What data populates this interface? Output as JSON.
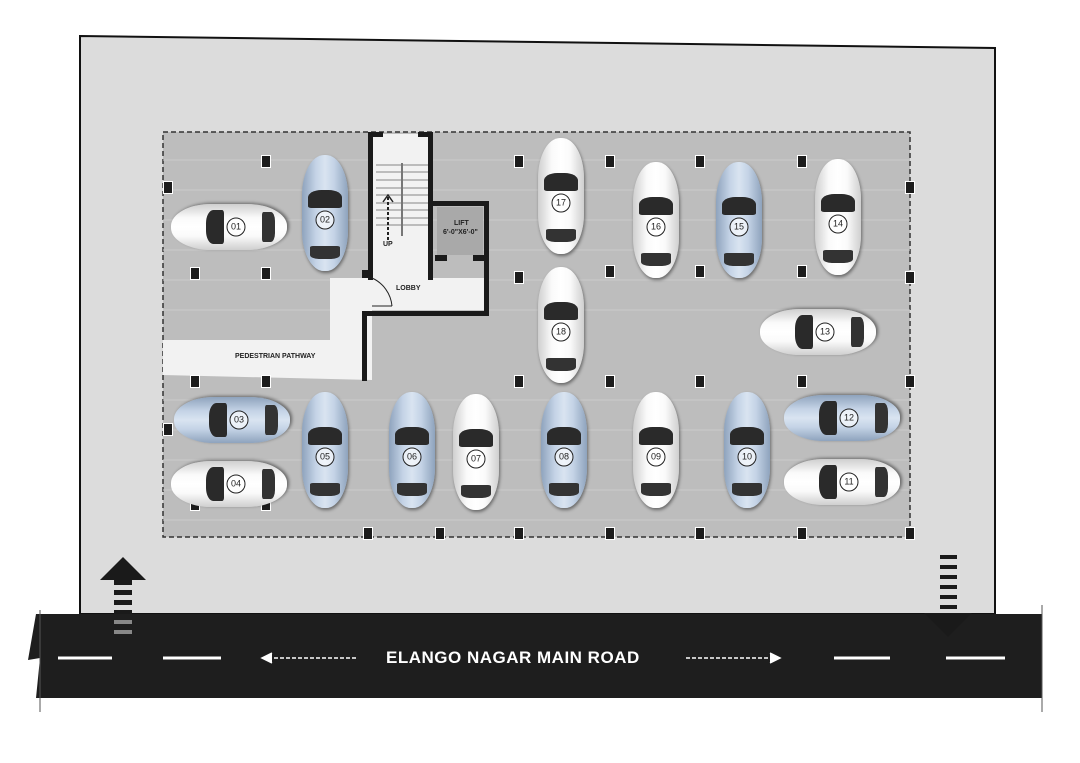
{
  "labels": {
    "stair_up": "UP",
    "lift": "LIFT",
    "lift_size": "6'-0\"X6'-0\"",
    "lobby": "LOBBY",
    "pathway": "PEDESTRIAN PATHWAY",
    "road": "ELANGO NAGAR MAIN ROAD"
  },
  "cars": [
    {
      "number": "01",
      "color": "white"
    },
    {
      "number": "02",
      "color": "blue"
    },
    {
      "number": "03",
      "color": "blue"
    },
    {
      "number": "04",
      "color": "white"
    },
    {
      "number": "05",
      "color": "blue"
    },
    {
      "number": "06",
      "color": "blue"
    },
    {
      "number": "07",
      "color": "white"
    },
    {
      "number": "08",
      "color": "blue"
    },
    {
      "number": "09",
      "color": "white"
    },
    {
      "number": "10",
      "color": "blue"
    },
    {
      "number": "11",
      "color": "white"
    },
    {
      "number": "12",
      "color": "blue"
    },
    {
      "number": "13",
      "color": "white"
    },
    {
      "number": "14",
      "color": "white"
    },
    {
      "number": "15",
      "color": "blue"
    },
    {
      "number": "16",
      "color": "white"
    },
    {
      "number": "17",
      "color": "white"
    },
    {
      "number": "18",
      "color": "white"
    }
  ],
  "colors": {
    "plot": "#dcdcdc",
    "parking": "#bdbdbd",
    "road": "#1e1e1e",
    "wall": "#1a1a1a"
  }
}
